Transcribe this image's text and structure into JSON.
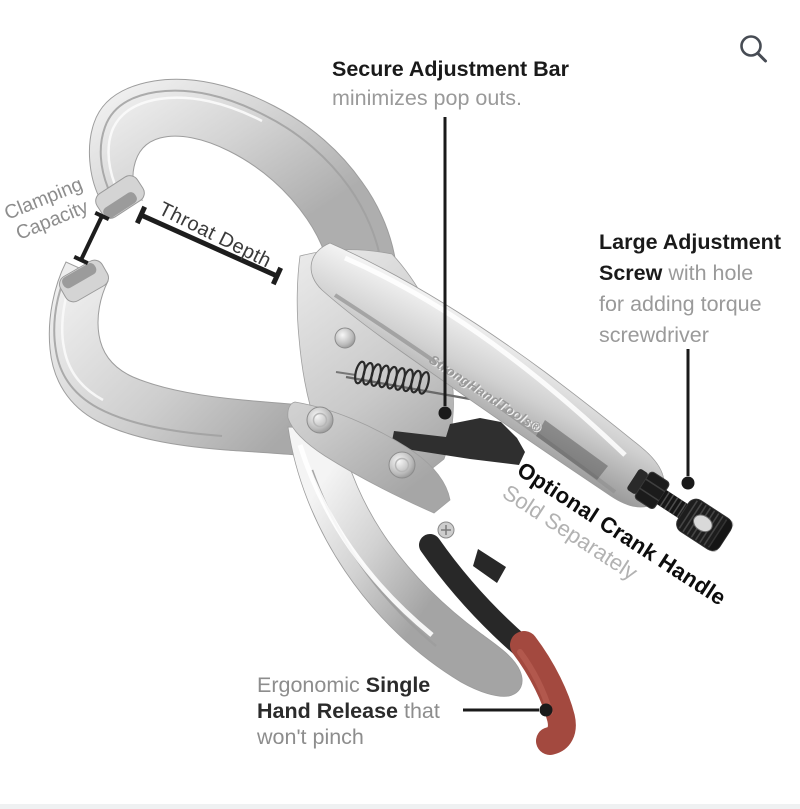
{
  "figure": {
    "type": "annotated product image of a locking C-clamp",
    "engraving": "StrongHandTools®"
  },
  "toolbar": {
    "zoom_icon": "magnifier-icon"
  },
  "callouts": {
    "secure_bar": {
      "title": "Secure Adjustment Bar",
      "desc": "minimizes pop outs."
    },
    "adjustment_screw": {
      "line1_bold": "Large Adjustment",
      "line2_bold": "Screw",
      "line2_rest": " with hole",
      "line3": "for adding torque",
      "line4": "screwdriver"
    },
    "crank_handle": {
      "title": "Optional Crank Handle",
      "subtitle": "Sold Separately"
    },
    "hand_release": {
      "line1_normal": "Ergonomic ",
      "line1_bold": "Single",
      "line2_bold": "Hand Release",
      "line2_rest": " that",
      "line3": "won't pinch"
    },
    "clamping_capacity": {
      "line1": "Clamping",
      "line2": "Capacity"
    },
    "throat_depth": {
      "label": "Throat Depth"
    }
  },
  "colors": {
    "background": "#ffffff",
    "callout_line": "#1a1a1a",
    "text_dark": "#1a1a1a",
    "text_gray": "#9a9a9a",
    "metal_light": "#ececec",
    "metal_dark": "#a8a8a8",
    "grip_red": "#a3493f",
    "hardware_black": "#1d1d1d",
    "icon_gray": "#474c54",
    "bottom_strip": "#eff1f2"
  }
}
